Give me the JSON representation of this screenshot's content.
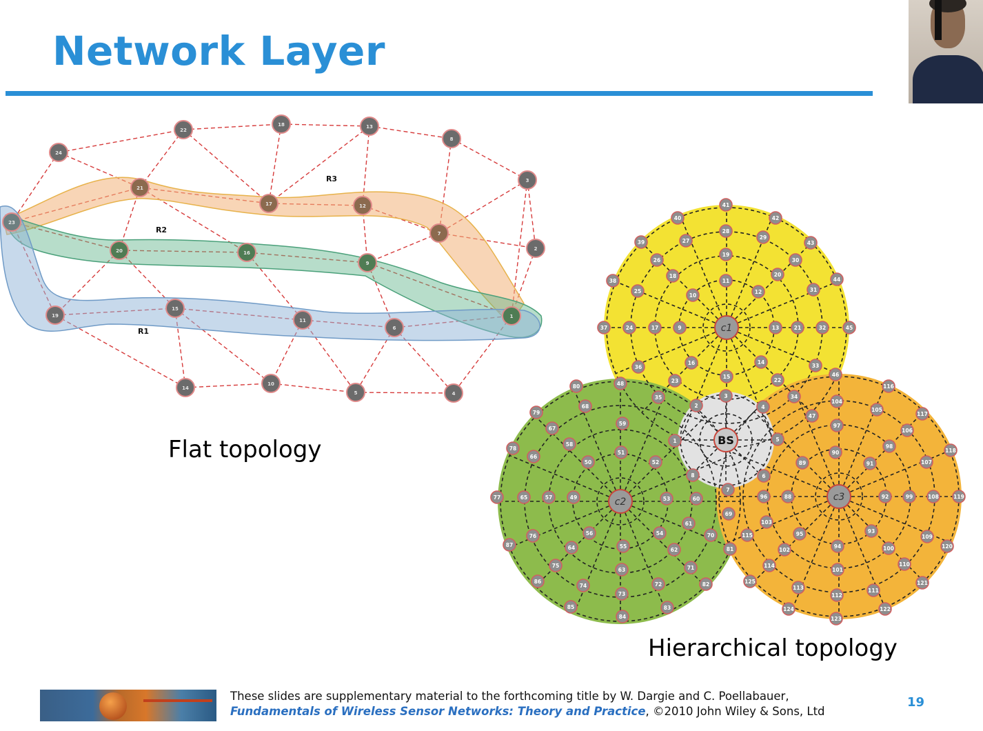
{
  "slide": {
    "title": "Network Layer",
    "page_number": "19"
  },
  "flat_topology": {
    "caption": "Flat topology",
    "route_labels": [
      "R1",
      "R2",
      "R3"
    ],
    "nodes": [
      "1",
      "2",
      "3",
      "4",
      "5",
      "6",
      "7",
      "8",
      "9",
      "10",
      "11",
      "12",
      "13",
      "14",
      "15",
      "16",
      "17",
      "18",
      "19",
      "20",
      "21",
      "22",
      "23",
      "24"
    ]
  },
  "hierarchical_topology": {
    "caption": "Hierarchical topology",
    "base_station": "BS",
    "cluster_heads": [
      "c1",
      "c2",
      "c3"
    ],
    "colors": {
      "c1": "#f3e233",
      "c2": "#8dbb4c",
      "c3": "#f3b43a",
      "bs": "#e2e2e2"
    }
  },
  "footer": {
    "line1": "These slides are supplementary material to the forthcoming title by W. Dargie and C. Poellabauer,",
    "book_title": "Fundamentals of Wireless Sensor Networks: Theory and Practice",
    "line2_rest": ", ©2010 John Wiley & Sons, Ltd"
  }
}
